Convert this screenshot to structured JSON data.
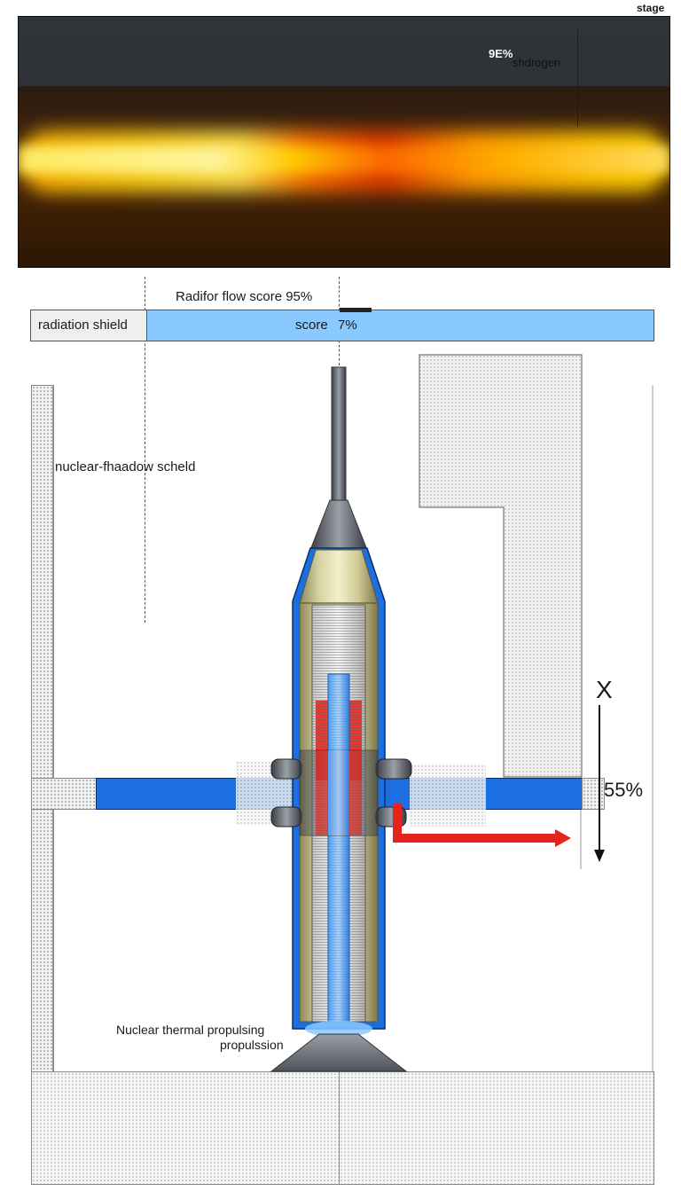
{
  "labels": {
    "stage": "stage",
    "hydrogen_readout": "9E%",
    "hydrogen": "shdrogen",
    "flow_score": "Radifor flow score 95%",
    "radiation_shield": "radiation shield",
    "score": "score",
    "score_value": "7%",
    "shadow_shield": "nuclear-fhaadow scheld",
    "axis_x": "X",
    "percent_55": "55%",
    "propulsion_line1": "Nuclear thermal propulsing",
    "propulsion_line2": "propulssion"
  },
  "colors": {
    "coolant_blue": "#1c6fe0",
    "shield_blue": "#8ac9ff",
    "core_red": "#e4241c",
    "fuel_tan": "#d8d3a2",
    "flame_yellow": "#ffd21a",
    "flame_orange": "#ff6b00"
  }
}
